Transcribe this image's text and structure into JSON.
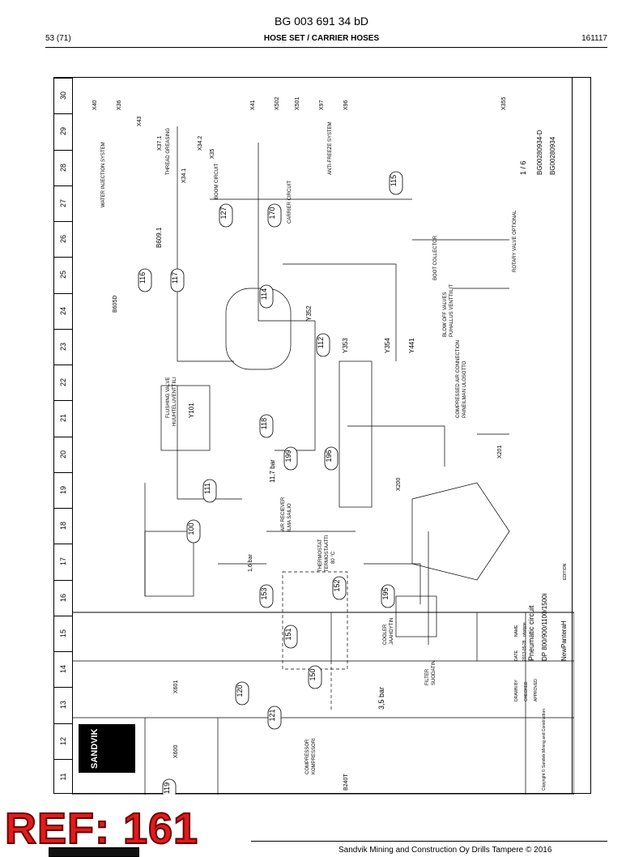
{
  "header": {
    "doc_number": "BG 003 691 34 bD",
    "page_counter": "53 (71)",
    "section_title": "HOSE SET / CARRIER HOSES",
    "date_code": "161117"
  },
  "column_numbers": [
    "11",
    "12",
    "13",
    "14",
    "15",
    "16",
    "17",
    "18",
    "19",
    "20",
    "21",
    "22",
    "23",
    "24",
    "25",
    "26",
    "27",
    "28",
    "29",
    "30"
  ],
  "hose_bubbles": [
    "116",
    "117",
    "127",
    "170",
    "114",
    "115",
    "112",
    "118",
    "199",
    "196",
    "111",
    "100",
    "153",
    "152",
    "195",
    "151",
    "150",
    "120",
    "121",
    "119"
  ],
  "components": {
    "b605d": "B605D",
    "b609_1": "B609.1",
    "y352": "Y352",
    "y353": "Y353",
    "y354": "Y354",
    "y441": "Y441",
    "y101": "Y101",
    "x201": "X201",
    "x200": "X200",
    "b240t": "B240T",
    "x600": "X600",
    "x601": "X601",
    "x40": "X40",
    "x36": "X36",
    "x43": "X43",
    "x37_1": "X37.1",
    "x34_1": "X34.1",
    "x34_2": "X34.2",
    "x35": "X35",
    "x41": "X41",
    "x502": "X502",
    "x501": "X501",
    "x97": "X97",
    "x96": "X96",
    "x355": "X355"
  },
  "labels": {
    "flushing_valve": "FLUSHING VALVE",
    "huuhteluventtiili": "HUUHTELUVENTTIILI",
    "air_reciever": "AIR RECIEVER",
    "ilma_sailio": "ILMA SAILIO",
    "thermostat": "THERMOSTAT",
    "termostaatti": "TERMOSTAATTI",
    "thermostat_temp": "80 °C",
    "cooler": "COOLER",
    "jaahdytin": "JAAHDYTIN",
    "filter": "FILTER",
    "suodatin": "SUODATIN",
    "compressor": "COMPRESSOR",
    "kompressori": "KOMPRESSORI",
    "compressed_air_connection": "COMPRESSED AIR CONNECTION",
    "paineilman_ulosotto": "PAINEILMAN ULOSOTTO",
    "blow_off_valves": "BLOW OFF VALVES",
    "puhallus_venttiilit": "PUHALLUS VENTTIILIT",
    "boot_collector": "BOOT COLLECTOR",
    "rotary_valve_optional": "ROTARY VALVE OPTIONAL",
    "water_injection_system": "WATER INJECTION SYSTEM",
    "boom_circuit": "BOOM CIRCUIT",
    "thread_greasing": "THREAD GREASING",
    "carrier_circuit": "CARRIER CIRCUIT",
    "anti_freeze_system": "ANTI-FREEZE SYSTEM",
    "pressure_11_7": "11,7 bar",
    "pressure_3_5": "3,5 bar",
    "pressure_1_6": "1,6 bar"
  },
  "title_block": {
    "drawing_title": "Pneumatic circuit",
    "model": "DP 800/900/1100/1500i",
    "sheet": "1 / 6",
    "drawing_no": "BG00280934-D",
    "drawing_no_2": "BG00280934",
    "project": "NewPanteraH",
    "drawn_by_label": "DRAWN BY",
    "checked_label": "CHECKED",
    "approved_label": "APPROVED",
    "date_label": "DATE",
    "name_label": "NAME",
    "date_value": "2013-05-28",
    "name_value": "ohotype",
    "edition_label": "EDITION",
    "company": "SANDVIK",
    "copyright": "Copyright © Sandvik Mining and Construction"
  },
  "stamp": "REF: 161",
  "footer": {
    "company_line": "Sandvik Mining and Construction Oy Drills Tampere © 2016"
  },
  "colors": {
    "ink": "#000000",
    "stamp_fill": "#e01b1b",
    "stamp_outline": "#6b0000"
  }
}
